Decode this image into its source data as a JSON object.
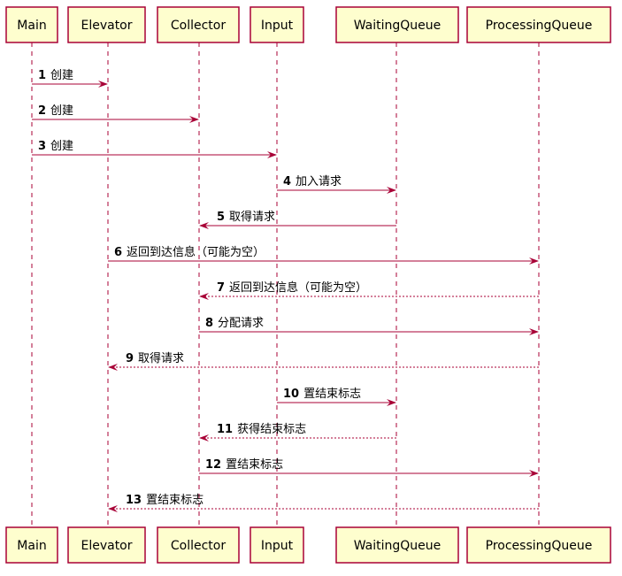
{
  "participants": [
    {
      "id": "main",
      "label": "Main"
    },
    {
      "id": "elevator",
      "label": "Elevator"
    },
    {
      "id": "collector",
      "label": "Collector"
    },
    {
      "id": "input",
      "label": "Input"
    },
    {
      "id": "waiting",
      "label": "WaitingQueue"
    },
    {
      "id": "processing",
      "label": "ProcessingQueue"
    }
  ],
  "messages": [
    {
      "num": "1",
      "text": "创建",
      "from": "main",
      "to": "elevator",
      "style": "solid"
    },
    {
      "num": "2",
      "text": "创建",
      "from": "main",
      "to": "collector",
      "style": "solid"
    },
    {
      "num": "3",
      "text": "创建",
      "from": "main",
      "to": "input",
      "style": "solid"
    },
    {
      "num": "4",
      "text": "加入请求",
      "from": "input",
      "to": "waiting",
      "style": "solid"
    },
    {
      "num": "5",
      "text": "取得请求",
      "from": "waiting",
      "to": "collector",
      "style": "solid"
    },
    {
      "num": "6",
      "text": "返回到达信息（可能为空）",
      "from": "elevator",
      "to": "processing",
      "style": "solid"
    },
    {
      "num": "7",
      "text": "返回到达信息（可能为空）",
      "from": "processing",
      "to": "collector",
      "style": "dashed"
    },
    {
      "num": "8",
      "text": "分配请求",
      "from": "collector",
      "to": "processing",
      "style": "solid"
    },
    {
      "num": "9",
      "text": "取得请求",
      "from": "processing",
      "to": "elevator",
      "style": "dashed"
    },
    {
      "num": "10",
      "text": "置结束标志",
      "from": "input",
      "to": "waiting",
      "style": "solid"
    },
    {
      "num": "11",
      "text": "获得结束标志",
      "from": "waiting",
      "to": "collector",
      "style": "dashed"
    },
    {
      "num": "12",
      "text": "置结束标志",
      "from": "collector",
      "to": "processing",
      "style": "solid"
    },
    {
      "num": "13",
      "text": "置结束标志",
      "from": "processing",
      "to": "elevator",
      "style": "dashed"
    }
  ]
}
